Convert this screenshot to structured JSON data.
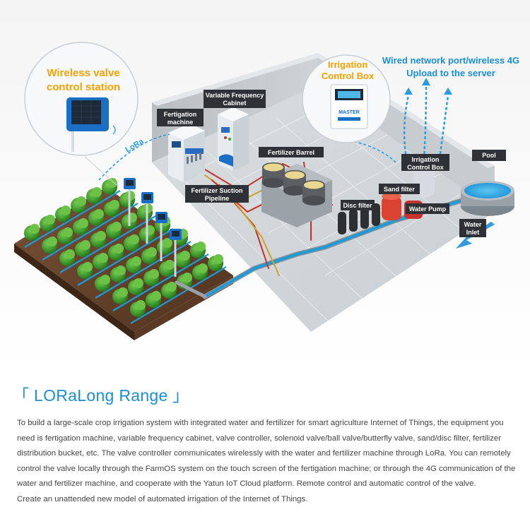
{
  "callouts": {
    "wireless_station": "Wireless valve\ncontrol station",
    "wireless_station_line1": "Wireless valve",
    "wireless_station_line2": "control station",
    "control_box_line1": "Irrigation",
    "control_box_line2": "Control Box",
    "network_line1": "Wired network port/wireless 4G",
    "network_line2": "Upload to the server",
    "lora": "LoRa"
  },
  "labels": {
    "vfc_line1": "Variable Frequency",
    "vfc_line2": "Cabinet",
    "fert_line1": "Fertigation",
    "fert_line2": "machine",
    "fert_barrel": "Fertilizer Barrel",
    "suction_line1": "Fertilizer Suction",
    "suction_line2": "Pipeline",
    "icb_line1": "Irrigation",
    "icb_line2": "Control Box",
    "pool": "Pool",
    "sand_filter": "Sand filter",
    "disc_filter": "Disc filter",
    "water_pump": "Water Pump",
    "water_inlet_line1": "Water",
    "water_inlet_line2": "Inlet",
    "master_logo": "MASTER"
  },
  "colors": {
    "accent_blue": "#1a8fd6",
    "callout_yellow": "#f5a300",
    "label_bg": "#2e3136",
    "pipe_blue": "#1e9bd7",
    "pipe_red": "#c8322c",
    "pipe_yellow": "#c9a12b",
    "plant_green": "#4fa83a"
  },
  "section": {
    "heading": "「 LORaLong Range 」",
    "body": [
      "To build a large-scale crop irrigation system with integrated water and fertilizer for smart agriculture Internet of Things, the equipment you need is fertigation machine, variable frequency cabinet, valve controller, solenoid valve/ball valve/butterfly valve, sand/disc filter, fertilizer distribution bucket, etc. The valve controller communicates wirelessly with the water and fertilizer machine through LoRa. You can remotely control the valve locally through the FarmOS system on the touch screen of the fertigation machine; or through the 4G communication of the water and fertilizer machine, and cooperate with the Yatun IoT Cloud platform. Remote control and automatic control of  the valve.",
      "Create an unattended new model of automated irrigation of the Internet of Things."
    ]
  }
}
